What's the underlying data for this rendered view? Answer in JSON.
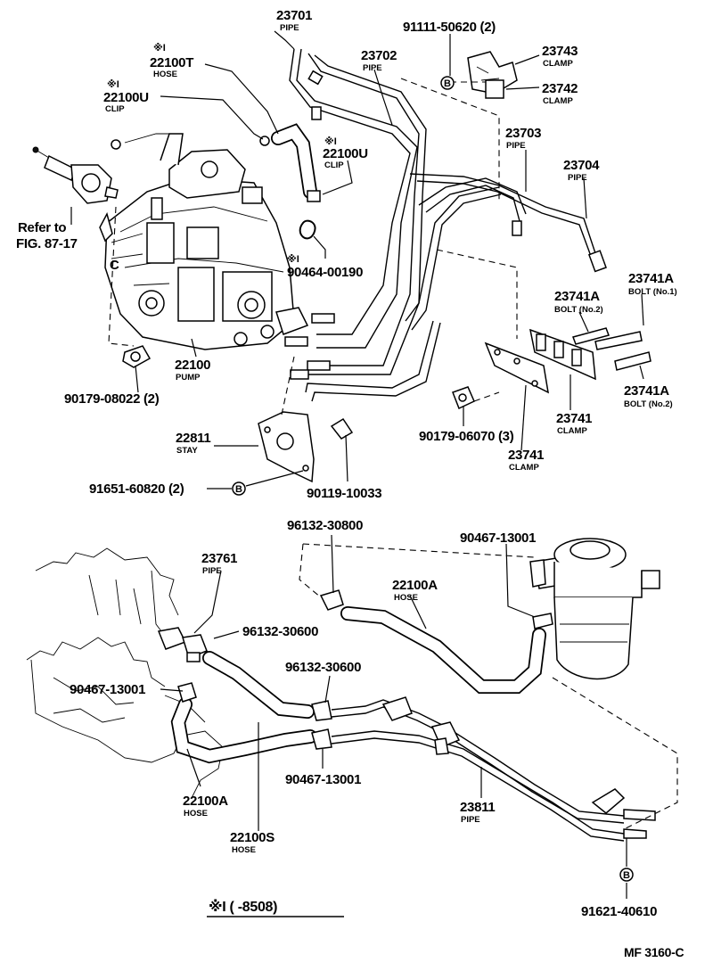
{
  "labels": {
    "p23701": {
      "number": "23701",
      "name": "PIPE"
    },
    "p22100T": {
      "mark": "※I",
      "number": "22100T",
      "name": "HOSE"
    },
    "p22100U_a": {
      "mark": "※I",
      "number": "22100U",
      "name": "CLIP"
    },
    "p23702": {
      "number": "23702",
      "name": "PIPE"
    },
    "p91111": {
      "number": "91111-50620 (2)"
    },
    "p23743": {
      "number": "23743",
      "name": "CLAMP"
    },
    "p23742": {
      "number": "23742",
      "name": "CLAMP"
    },
    "p23703": {
      "number": "23703",
      "name": "PIPE"
    },
    "p23704": {
      "number": "23704",
      "name": "PIPE"
    },
    "p22100U_b": {
      "mark": "※I",
      "number": "22100U",
      "name": "CLIP"
    },
    "refer": {
      "line1": "Refer to",
      "line2": "FIG. 87-17"
    },
    "p90464": {
      "mark": "※I",
      "number": "90464-00190"
    },
    "p23741A_1": {
      "number": "23741A",
      "name": "BOLT (No.1)"
    },
    "p23741A_2": {
      "number": "23741A",
      "name": "BOLT (No.2)"
    },
    "p23741A_3": {
      "number": "23741A",
      "name": "BOLT (No.2)"
    },
    "p22100": {
      "number": "22100",
      "name": "PUMP"
    },
    "p90179_08022": {
      "number": "90179-08022 (2)"
    },
    "p23741": {
      "number": "23741",
      "name": "CLAMP"
    },
    "p90179_06070": {
      "number": "90179-06070 (3)"
    },
    "p22811": {
      "number": "22811",
      "name": "STAY"
    },
    "p23741_b": {
      "number": "23741",
      "name": "CLAMP"
    },
    "p91651": {
      "number": "91651-60820 (2)"
    },
    "p90119": {
      "number": "90119-10033"
    },
    "p96132_30800": {
      "number": "96132-30800"
    },
    "p90467_a": {
      "number": "90467-13001"
    },
    "p23761": {
      "number": "23761",
      "name": "PIPE"
    },
    "p22100A_a": {
      "number": "22100A",
      "name": "HOSE"
    },
    "p96132_30600_a": {
      "number": "96132-30600"
    },
    "p96132_30600_b": {
      "number": "96132-30600"
    },
    "p90467_b": {
      "number": "90467-13001"
    },
    "p90467_c": {
      "number": "90467-13001"
    },
    "p23811": {
      "number": "23811",
      "name": "PIPE"
    },
    "p22100A_b": {
      "number": "22100A",
      "name": "HOSE"
    },
    "p22100S": {
      "number": "22100S",
      "name": "HOSE"
    },
    "p91621": {
      "number": "91621-40610"
    }
  },
  "markers": {
    "b": "B"
  },
  "footnote": "※I (      -8508)",
  "figure_code": "MF 3160-C"
}
